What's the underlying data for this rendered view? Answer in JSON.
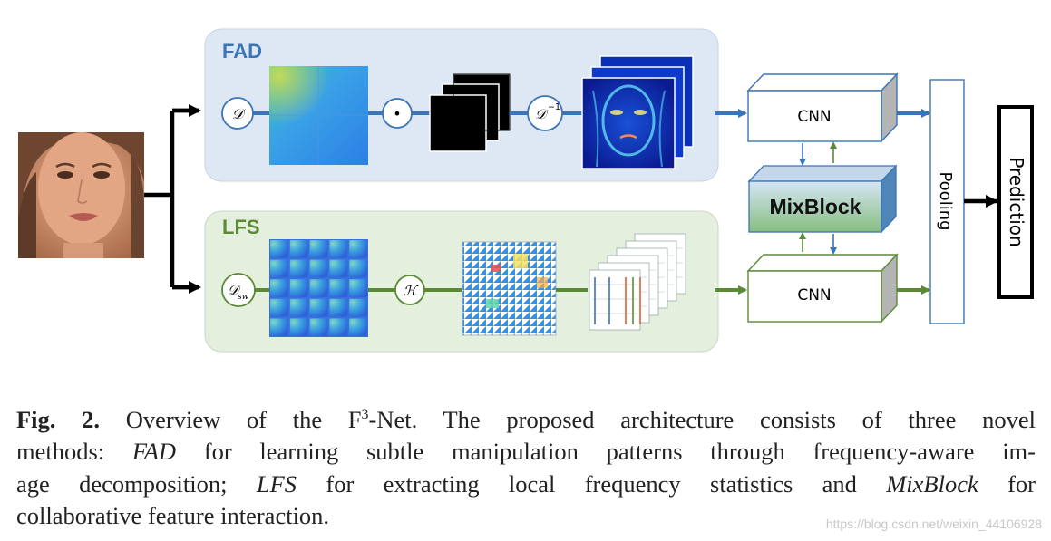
{
  "figure": {
    "fad_title": "FAD",
    "lfs_title": "LFS",
    "op_d": "𝒟",
    "op_dot": "•",
    "op_dinv": "𝒟",
    "op_dinv_sup": "−1",
    "op_dsw": "𝒟",
    "op_dsw_sub": "sw",
    "op_h": "ℋ",
    "cnn_top": "CNN",
    "cnn_bottom": "CNN",
    "mixblock": "MixBlock",
    "pooling": "Pooling",
    "prediction": "Prediction"
  },
  "caption": {
    "fig_label": "Fig. 2.",
    "l1_a": " Overview of the F",
    "l1_sup": "3",
    "l1_b": "-Net. The proposed architecture consists of three novel",
    "l2_a": "methods: ",
    "l2_em": "FAD",
    "l2_b": " for learning subtle manipulation patterns through frequency-aware im-",
    "l3_a": "age decomposition; ",
    "l3_em1": "LFS",
    "l3_b": " for extracting local frequency statistics and ",
    "l3_em2": "MixBlock",
    "l3_c": " for",
    "l4": "collaborative feature interaction."
  },
  "watermark": "https://blog.csdn.net/weixin_44106928",
  "colors": {
    "fad_panel": "#dde8f4",
    "lfs_panel": "#e4efdd",
    "fad_blue": "#3b74b7",
    "lfs_green": "#5a8a36",
    "mixblock_top": "#d4e4f3",
    "mixblock_bottom": "#8cbf86"
  }
}
